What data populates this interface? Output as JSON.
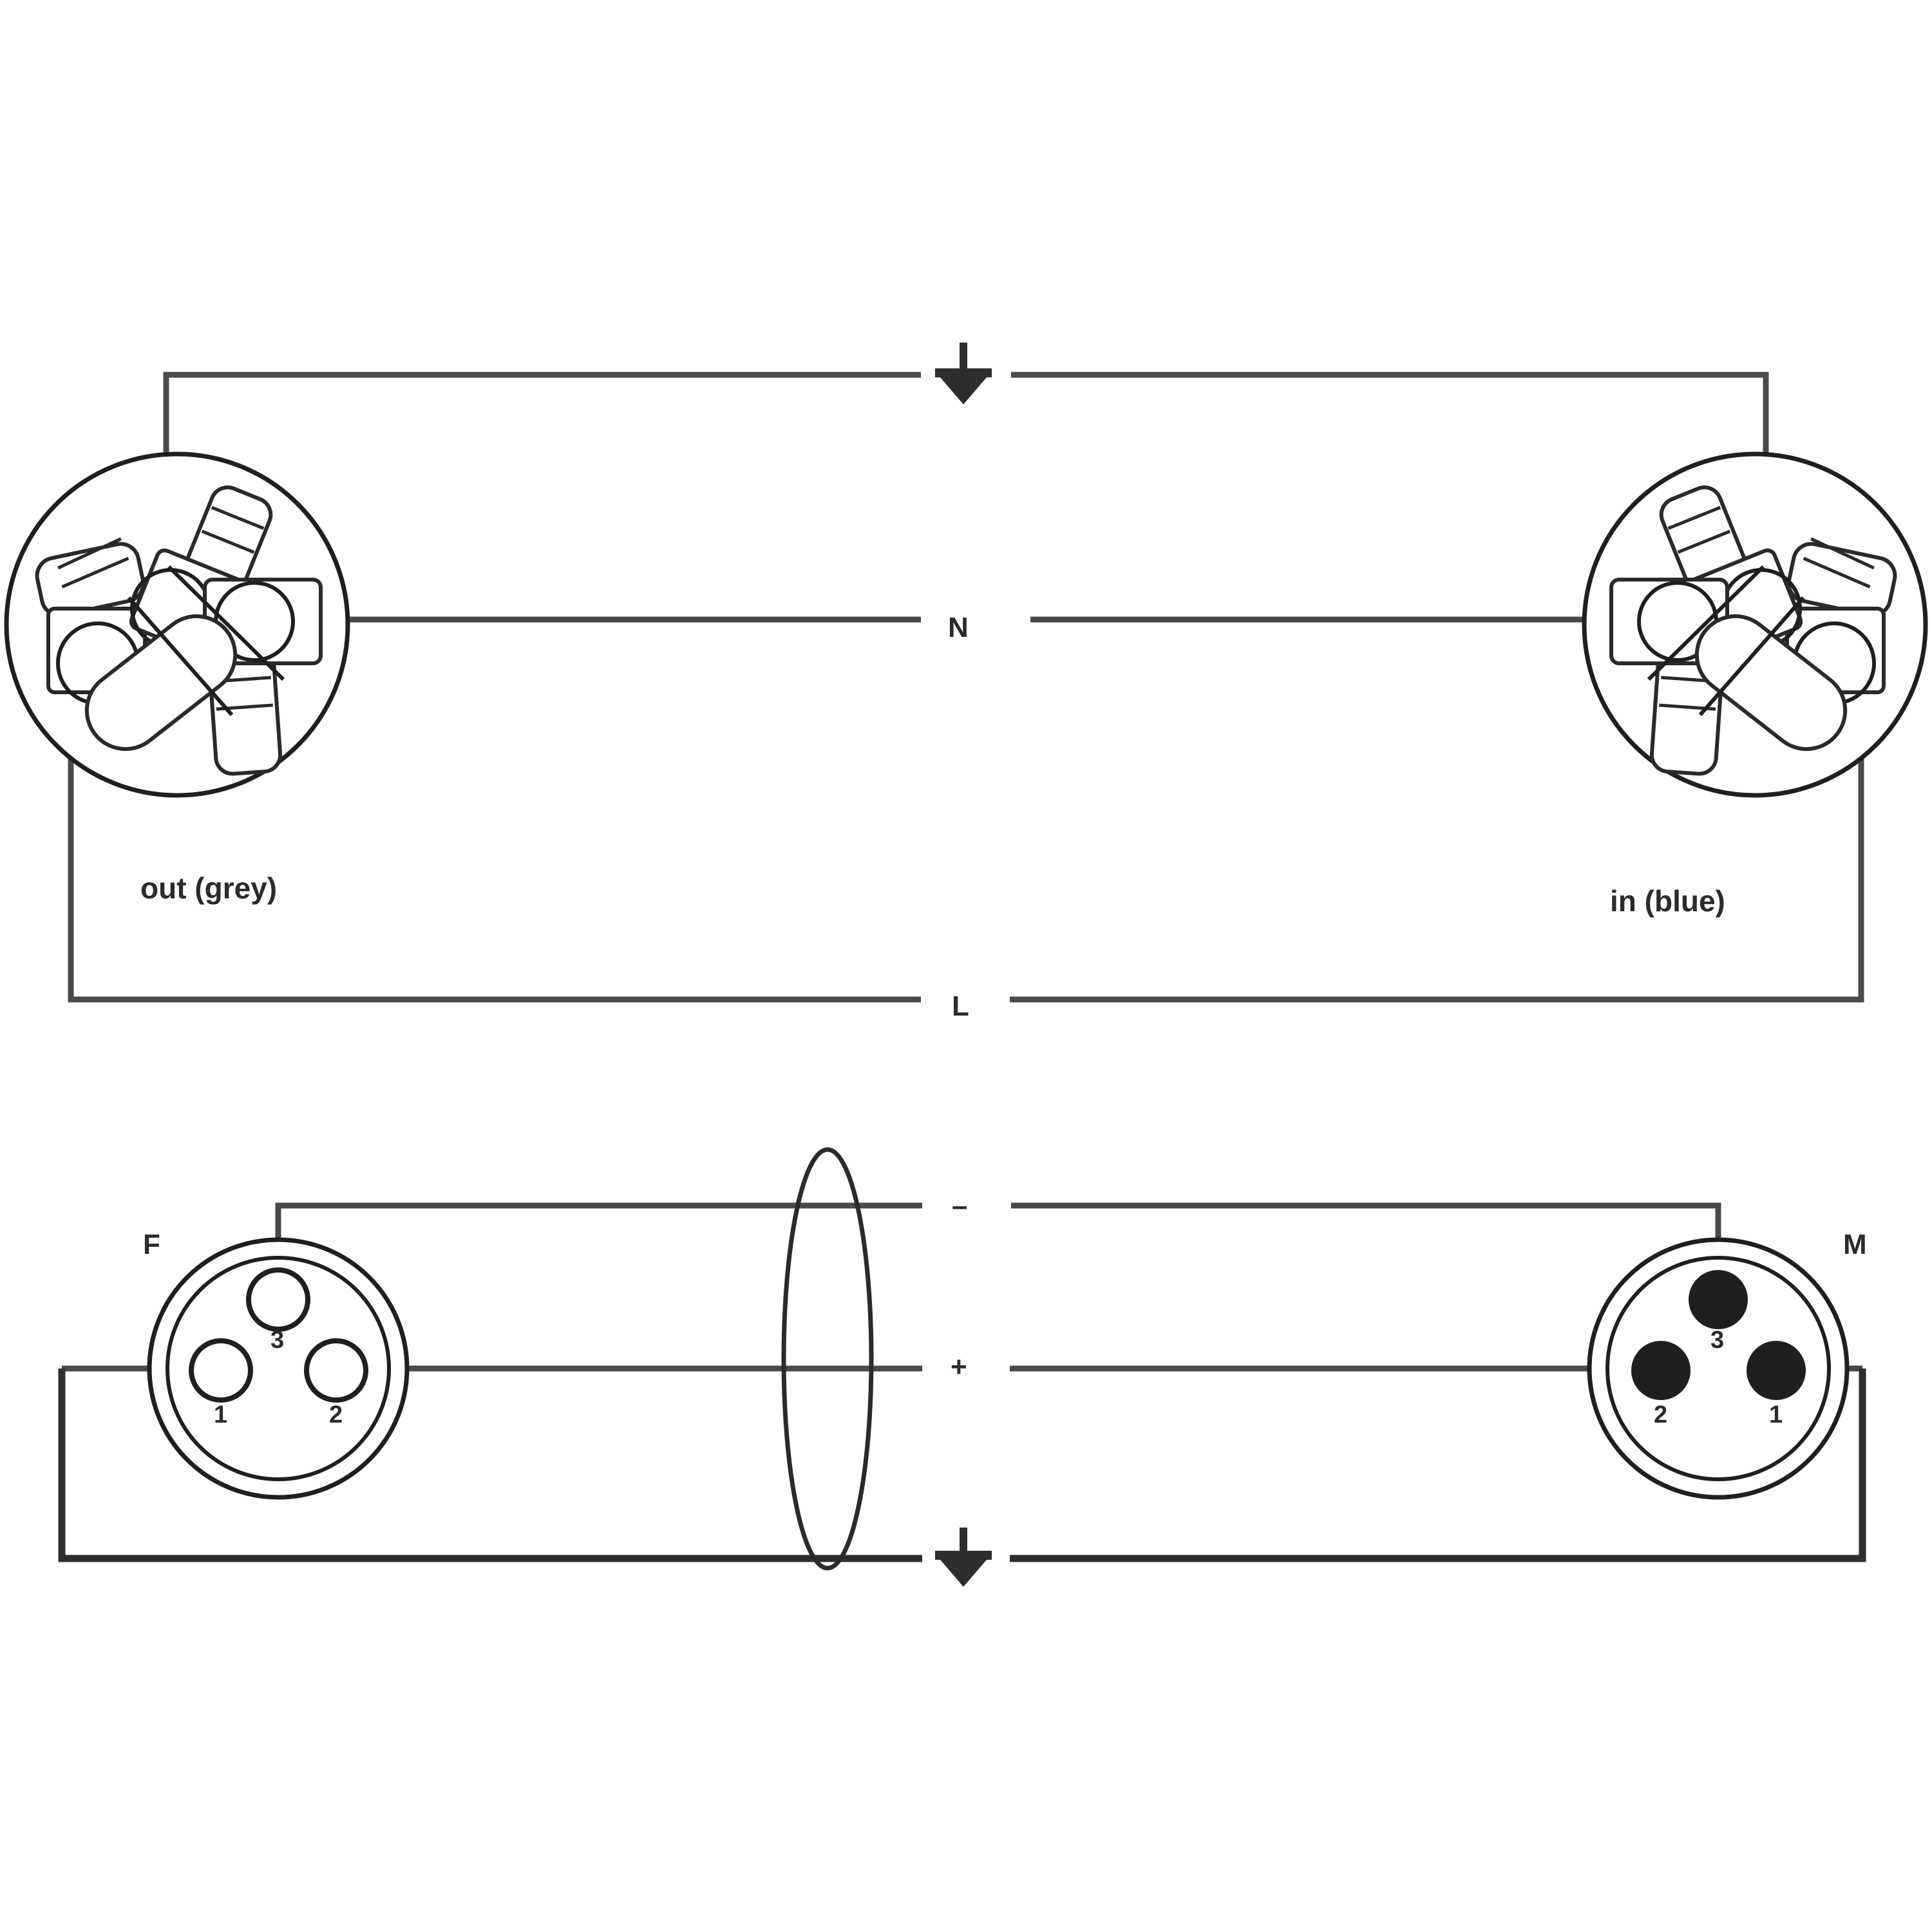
{
  "figure": {
    "background_color": "#ffffff",
    "line_color": "#4a4a4a",
    "ink_color": "#1f1f1f"
  },
  "diagrams": [
    {
      "id": "mains-power-cable",
      "title_hidden": "",
      "left_connector": {
        "label": "out (grey)",
        "type": "round-screw-terminal-connector",
        "gender": "female-outlet"
      },
      "right_connector": {
        "label": "in (blue)",
        "type": "round-screw-terminal-connector",
        "gender": "male-inlet"
      },
      "conductors": [
        {
          "symbol": "earth",
          "glyph": "⏚",
          "name": "protective-earth"
        },
        {
          "symbol": "N",
          "glyph": "N",
          "name": "neutral"
        },
        {
          "symbol": "L",
          "glyph": "L",
          "name": "line"
        }
      ]
    },
    {
      "id": "xlr-audio-cable",
      "left_connector": {
        "label": "F",
        "type": "xlr-3-pin",
        "gender": "female",
        "pins": [
          {
            "number": "3",
            "position": "top"
          },
          {
            "number": "1",
            "position": "bottom-left"
          },
          {
            "number": "2",
            "position": "bottom-right"
          }
        ]
      },
      "right_connector": {
        "label": "M",
        "type": "xlr-3-pin",
        "gender": "male",
        "pins": [
          {
            "number": "3",
            "position": "top"
          },
          {
            "number": "2",
            "position": "bottom-left"
          },
          {
            "number": "1",
            "position": "bottom-right"
          }
        ]
      },
      "conductors": [
        {
          "symbol": "-",
          "glyph": "–",
          "name": "cold-signal"
        },
        {
          "symbol": "+",
          "glyph": "+",
          "name": "hot-signal"
        },
        {
          "symbol": "earth",
          "glyph": "⏚",
          "name": "shield-ground"
        }
      ],
      "cable_jacket": {
        "name": "cable-shield-ellipse"
      }
    }
  ]
}
